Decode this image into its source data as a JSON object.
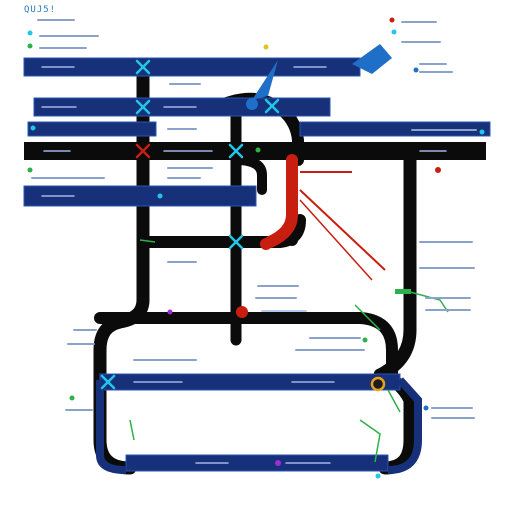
{
  "diagram": {
    "title": "QUJ5!",
    "colors": {
      "background": "#ffffff",
      "band_blue": "#16307a",
      "band_blue_edge": "#2a56b4",
      "track_black": "#0b0b0b",
      "accent_red": "#c81e10",
      "accent_cyan": "#22c6e8",
      "accent_green": "#2db14a",
      "accent_blue": "#1f6fc9",
      "accent_purple": "#a12bd6",
      "label_text": "#1d3b78"
    },
    "horizontal_bands": [
      {
        "id": "band-1",
        "color": "blue"
      },
      {
        "id": "band-2",
        "color": "blue"
      },
      {
        "id": "band-3",
        "color": "blue"
      },
      {
        "id": "band-4",
        "color": "blue"
      },
      {
        "id": "band-5",
        "color": "black"
      },
      {
        "id": "band-6",
        "color": "black"
      },
      {
        "id": "band-7",
        "color": "blue"
      },
      {
        "id": "band-8",
        "color": "blue"
      }
    ],
    "node_markers": [
      {
        "id": "junction-1",
        "color": "cyan"
      },
      {
        "id": "junction-2",
        "color": "cyan"
      },
      {
        "id": "junction-3",
        "color": "cyan"
      },
      {
        "id": "junction-4",
        "color": "cyan"
      },
      {
        "id": "junction-5",
        "color": "red"
      },
      {
        "id": "junction-6",
        "color": "cyan"
      },
      {
        "id": "junction-7",
        "color": "cyan"
      },
      {
        "id": "junction-8",
        "color": "red"
      },
      {
        "id": "junction-9",
        "color": "green"
      },
      {
        "id": "junction-10",
        "color": "purple"
      }
    ]
  }
}
